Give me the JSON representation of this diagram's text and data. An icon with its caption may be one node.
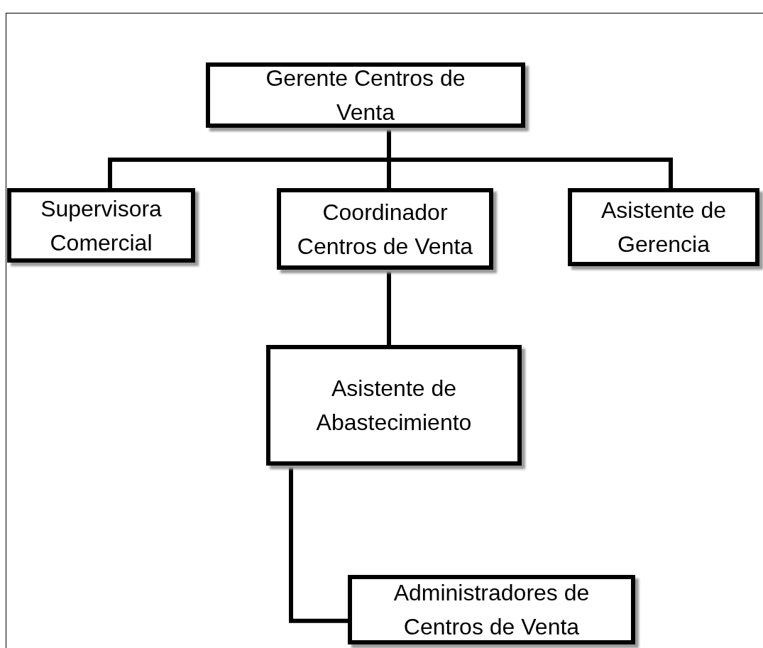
{
  "diagram": {
    "nodes": [
      {
        "text": [
          "Gerente Centros de Venta"
        ]
      },
      {
        "text": [
          "Supervisora Comercial"
        ]
      },
      {
        "text": [
          "Coordinador Centros de Venta"
        ]
      },
      {
        "text": [
          "Asistente de Gerencia"
        ]
      },
      {
        "text": [
          "Asistente de Abastecimiento"
        ]
      },
      {
        "text": [
          "Administradores de Centros de Venta"
        ]
      }
    ],
    "edges": [
      {
        "from": 0,
        "to": 1,
        "arrow": "none"
      },
      {
        "from": 0,
        "to": 2,
        "arrow": "none"
      },
      {
        "from": 0,
        "to": 3,
        "arrow": "none"
      },
      {
        "from": 2,
        "to": 4,
        "arrow": "none"
      },
      {
        "from": 4,
        "to": 5,
        "arrow": "none"
      }
    ]
  }
}
